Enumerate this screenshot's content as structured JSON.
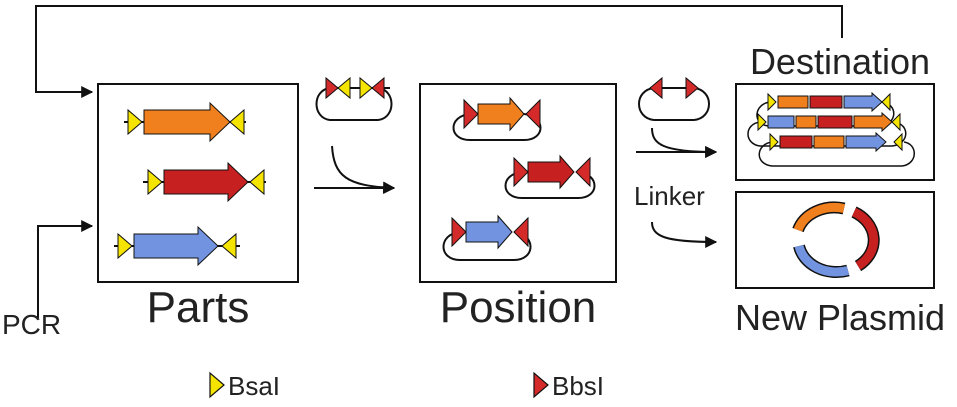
{
  "labels": {
    "parts": "Parts",
    "position": "Position",
    "destination": "Destination",
    "new_plasmid": "New Plasmid",
    "pcr": "PCR",
    "linker": "Linker"
  },
  "legend": [
    {
      "name": "BsaI",
      "color": "#f5e400"
    },
    {
      "name": "BbsI",
      "color": "#d42a2a"
    }
  ],
  "colors": {
    "orange": "#f07f1e",
    "red": "#c62020",
    "blue": "#7293e0",
    "bsai": "#f5e400",
    "bbsi": "#d42a2a",
    "line": "#111111"
  }
}
